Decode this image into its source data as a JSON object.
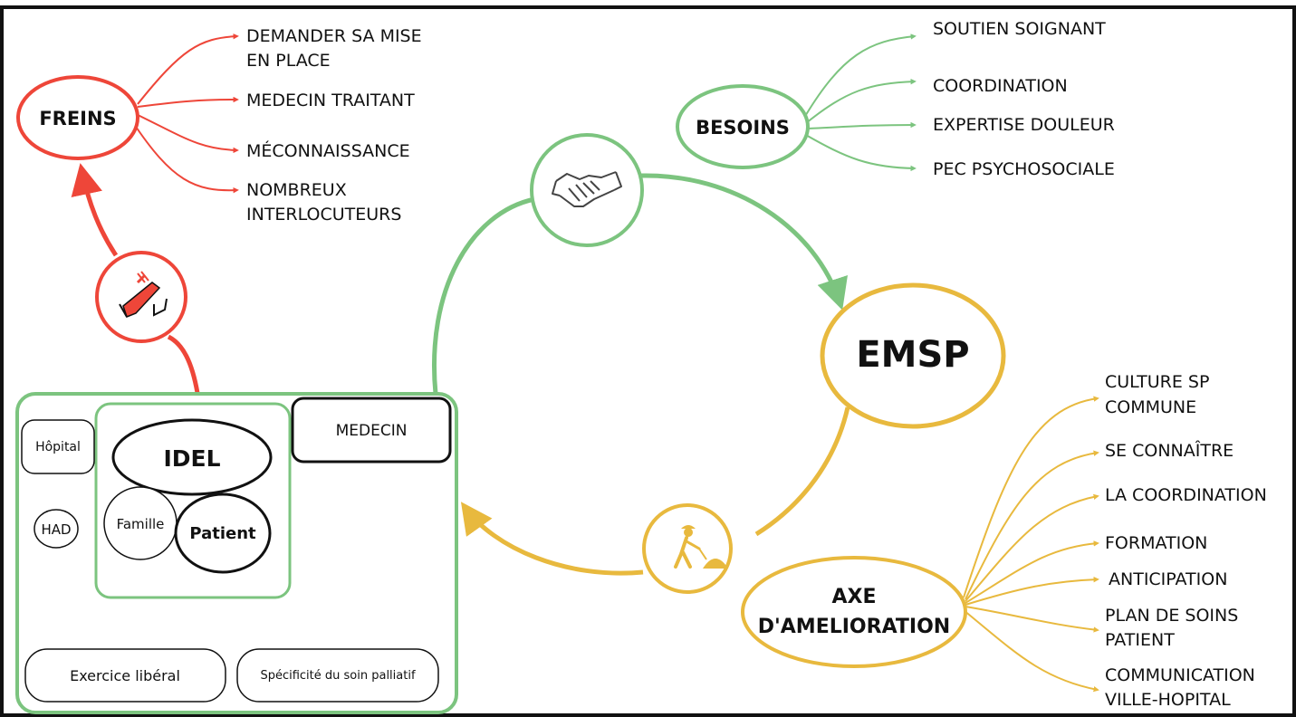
{
  "colors": {
    "red": "#ee4639",
    "green": "#7cc47f",
    "yellow": "#e8b93e",
    "black": "#111111",
    "frame": "#111111"
  },
  "center": {
    "label": "EMSP"
  },
  "freins": {
    "label": "FREINS",
    "icon": "pain-hand-icon",
    "items": [
      {
        "lines": [
          "DEMANDER SA MISE",
          "EN PLACE"
        ]
      },
      {
        "lines": [
          "MEDECIN TRAITANT"
        ]
      },
      {
        "lines": [
          "MÉCONNAISSANCE"
        ]
      },
      {
        "lines": [
          "NOMBREUX",
          "INTERLOCUTEURS"
        ]
      }
    ]
  },
  "besoins": {
    "label": "BESOINS",
    "icon": "handshake-icon",
    "items": [
      {
        "lines": [
          "SOUTIEN SOIGNANT"
        ]
      },
      {
        "lines": [
          "COORDINATION"
        ]
      },
      {
        "lines": [
          "EXPERTISE DOULEUR"
        ]
      },
      {
        "lines": [
          "PEC PSYCHOSOCIALE"
        ]
      }
    ]
  },
  "axe": {
    "lines": [
      "AXE",
      "D'AMELIORATION"
    ],
    "icon": "construction-worker-icon",
    "items": [
      {
        "lines": [
          "CULTURE SP",
          "COMMUNE"
        ]
      },
      {
        "lines": [
          "SE CONNAÎTRE"
        ]
      },
      {
        "lines": [
          "LA COORDINATION"
        ]
      },
      {
        "lines": [
          "FORMATION"
        ]
      },
      {
        "lines": [
          "ANTICIPATION"
        ]
      },
      {
        "lines": [
          "PLAN DE SOINS",
          "PATIENT"
        ]
      },
      {
        "lines": [
          "COMMUNICATION",
          "VILLE-HOPITAL"
        ]
      }
    ]
  },
  "context": {
    "hopital": "Hôpital",
    "had": "HAD",
    "medecin": "MEDECIN",
    "idel": "IDEL",
    "famille": "Famille",
    "patient": "Patient",
    "exercice": "Exercice libéral",
    "specificite": "Spécificité du soin palliatif"
  }
}
